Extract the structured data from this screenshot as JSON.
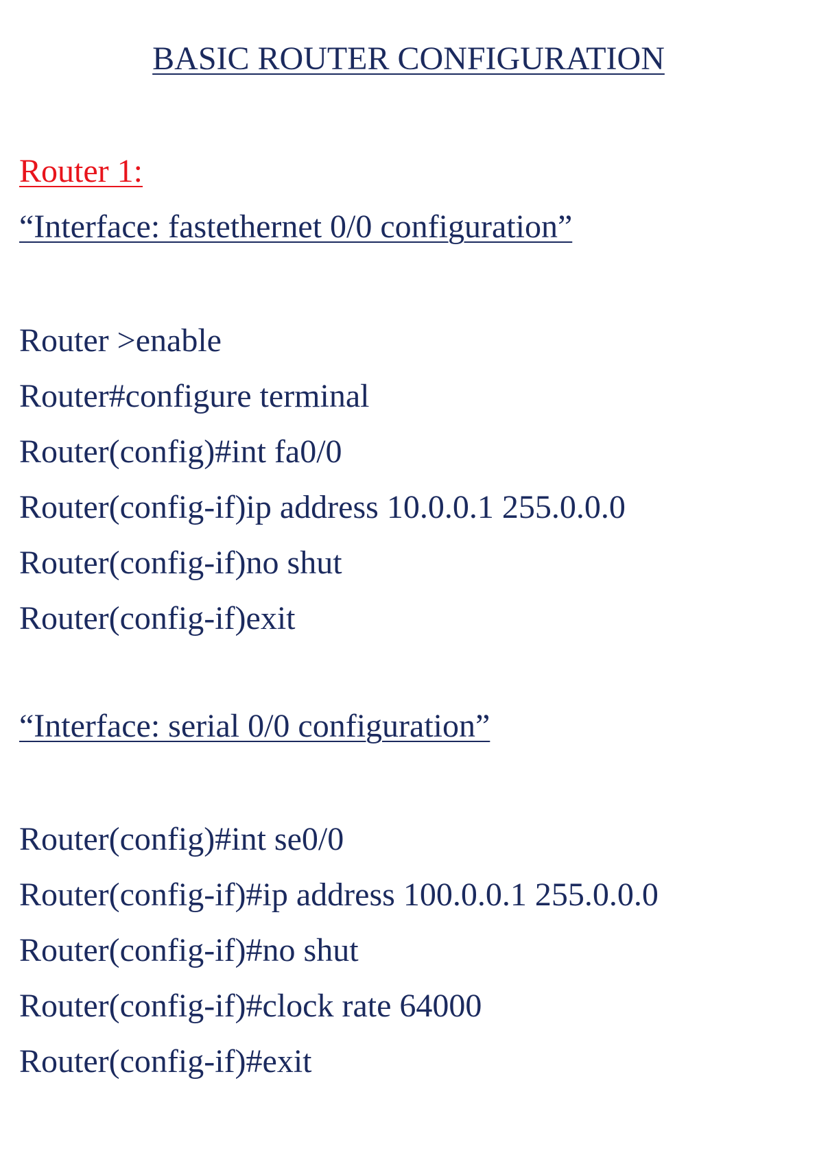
{
  "document": {
    "title": "BASIC ROUTER CONFIGURATION",
    "router_heading": "Router 1:",
    "sections": [
      {
        "heading": "“Interface: fastethernet 0/0 configuration”",
        "commands": [
          "Router >enable",
          "Router#configure terminal",
          "Router(config)#int fa0/0",
          "Router(config-if)ip address 10.0.0.1 255.0.0.0",
          "Router(config-if)no shut",
          "Router(config-if)exit"
        ]
      },
      {
        "heading": "“Interface: serial 0/0 configuration”",
        "commands": [
          "Router(config)#int se0/0",
          "Router(config-if)#ip address 100.0.0.1 255.0.0.0",
          "Router(config-if)#no shut",
          "Router(config-if)#clock rate 64000",
          "Router(config-if)#exit"
        ]
      }
    ]
  },
  "colors": {
    "text": "#1b2a5e",
    "router_heading": "#e8141c",
    "background": "#ffffff"
  }
}
